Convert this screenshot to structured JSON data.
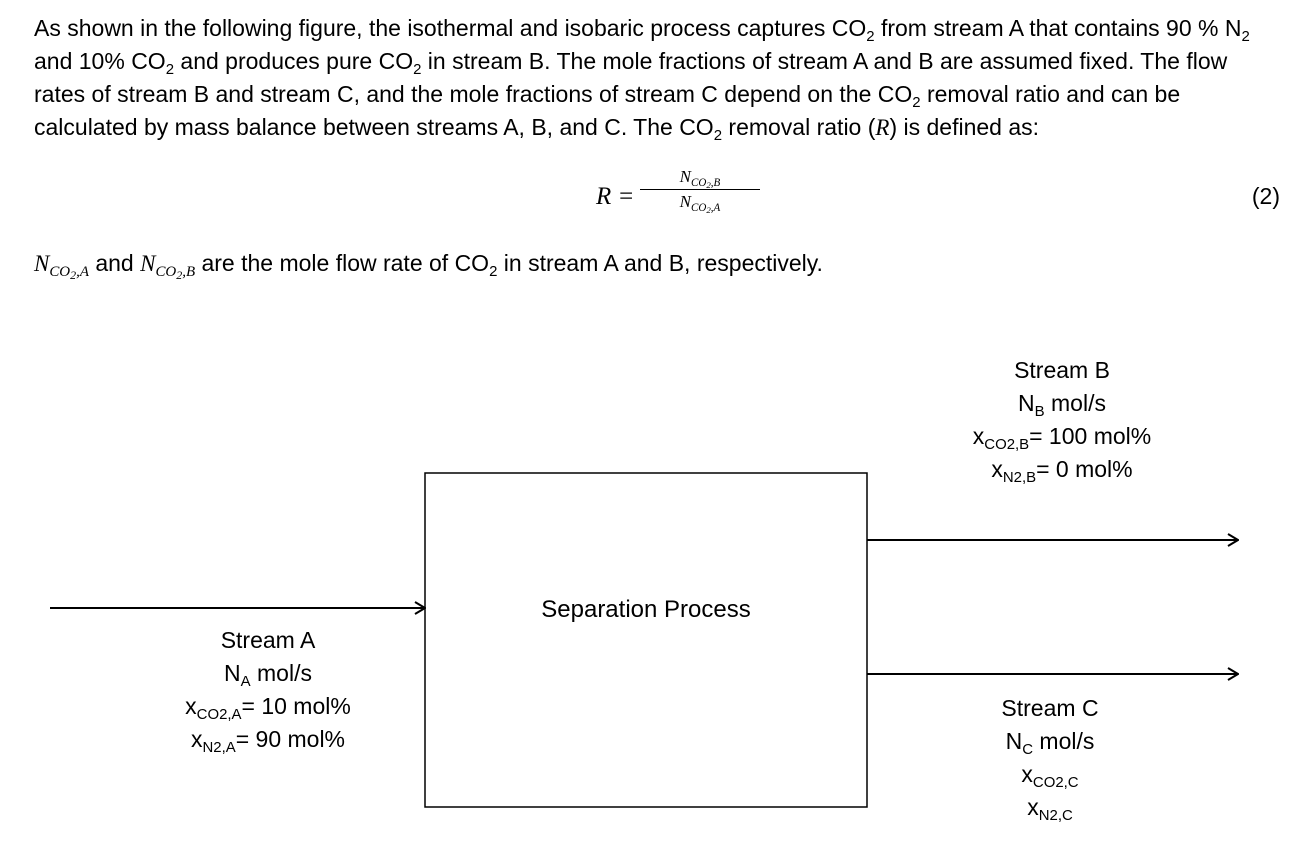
{
  "text": {
    "para_1": "As shown in the following figure, the isothermal and isobaric process captures CO",
    "para_2": " from stream A that contains 90 % N",
    "para_3": " and 10% CO",
    "para_4": " and produces pure CO",
    "para_5": " in stream B.  The mole fractions of stream A and B are assumed fixed.  The flow rates of stream B and stream C, and the mole fractions of stream C depend on the CO",
    "para_6": " removal ratio and can be calculated by mass balance between streams A, B, and C.  The CO",
    "para_7": " removal ratio (",
    "para_8": "R",
    "para_9": ") is defined as:",
    "sub_2": "2",
    "def_1": " and ",
    "def_2": " are the mole flow rate of CO",
    "def_3": " in stream A and B, respectively."
  },
  "equation": {
    "lhs": "R =",
    "N": "N",
    "sub_co": "CO",
    "sub_2": "2",
    "sub_A": ",A",
    "sub_B": ",B",
    "number": "(2)"
  },
  "diagram": {
    "process_label": "Separation Process",
    "stream_a": {
      "title": "Stream A",
      "flow_main": "N",
      "flow_sub": "A",
      "flow_unit": " mol/s",
      "x_co2_main": "x",
      "x_co2_sub": "CO2,A",
      "x_co2_val": "= 10 mol%",
      "x_n2_main": "x",
      "x_n2_sub": "N2,A",
      "x_n2_val": "= 90 mol%"
    },
    "stream_b": {
      "title": "Stream B",
      "flow_main": "N",
      "flow_sub": "B",
      "flow_unit": " mol/s",
      "x_co2_main": "x",
      "x_co2_sub": "CO2,B",
      "x_co2_val": "= 100 mol%",
      "x_n2_main": "x",
      "x_n2_sub": "N2,B",
      "x_n2_val": "= 0 mol%"
    },
    "stream_c": {
      "title": "Stream C",
      "flow_main": "N",
      "flow_sub": "C",
      "flow_unit": " mol/s",
      "x_co2_main": "x",
      "x_co2_sub": "CO2,C",
      "x_n2_main": "x",
      "x_n2_sub": "N2,C"
    }
  }
}
